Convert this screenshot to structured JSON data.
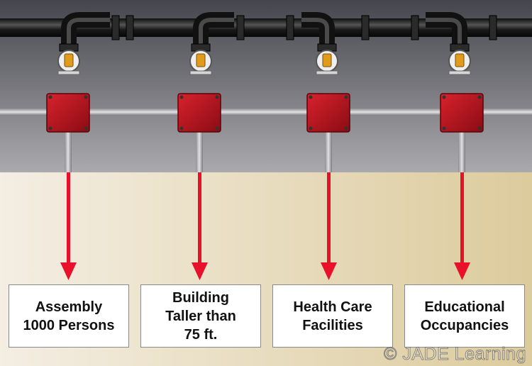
{
  "labels": [
    {
      "lines": [
        "Assembly",
        "1000 Persons"
      ]
    },
    {
      "lines": [
        "Building",
        "Taller than",
        "75 ft."
      ]
    },
    {
      "lines": [
        "Health Care",
        "Facilities"
      ]
    },
    {
      "lines": [
        "Educational",
        "Occupancies"
      ]
    }
  ],
  "watermark": "© JADE Learning",
  "colors": {
    "arrow": "#e8102a",
    "junction_box": "#b8141e",
    "pipe": "#1e1e1e",
    "wall_top": "#4a4a52",
    "wall_bottom": "#a9a9ad",
    "floor_left": "#f3ece0",
    "floor_right": "#e0cfa2"
  },
  "icons": [
    "sprinkler-head-icon",
    "junction-box-icon",
    "down-arrow-icon"
  ]
}
